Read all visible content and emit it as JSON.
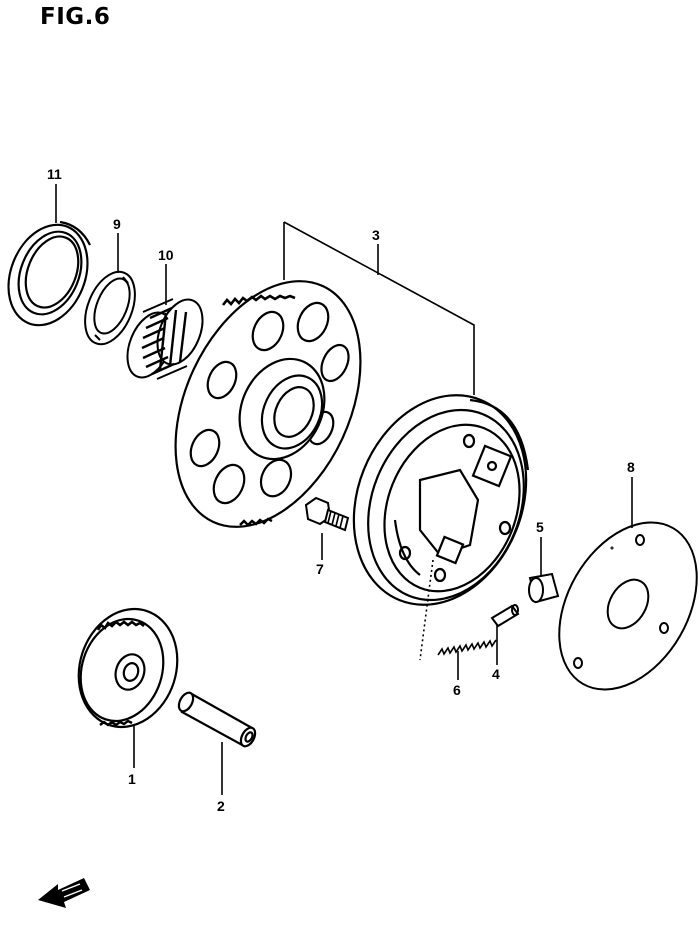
{
  "figure": {
    "title": "FIG.6"
  },
  "callouts": {
    "p1": "1",
    "p2": "2",
    "p3": "3",
    "p4": "4",
    "p5": "5",
    "p6": "6",
    "p7": "7",
    "p8": "8",
    "p9": "9",
    "p10": "10",
    "p11": "11"
  },
  "colors": {
    "ink": "#000000",
    "paper": "#ffffff"
  },
  "icons": {
    "direction": "front-arrow-icon"
  }
}
